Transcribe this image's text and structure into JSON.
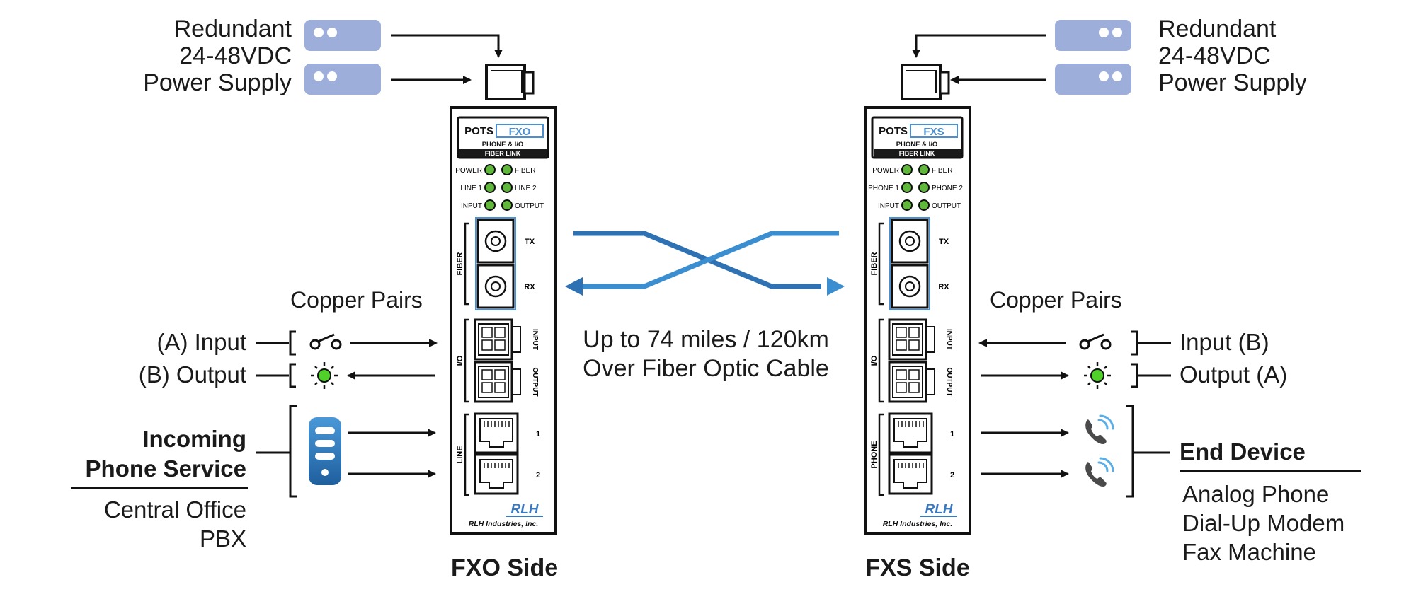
{
  "left": {
    "power_supply_lines": [
      "Redundant",
      "24-48VDC",
      "Power Supply"
    ],
    "copper_pairs": "Copper Pairs",
    "input_label": "(A) Input",
    "output_label": "(B) Output",
    "service_title_lines": [
      "Incoming",
      "Phone Service"
    ],
    "service_sub_lines": [
      "Central Office",
      "PBX"
    ],
    "side_label": "FXO Side",
    "device": {
      "brand_left": "POTS",
      "brand_right": "FXO",
      "line1": "PHONE & I/O",
      "line2": "FIBER LINK",
      "leds": [
        [
          "POWER",
          "FIBER"
        ],
        [
          "LINE 1",
          "LINE 2"
        ],
        [
          "INPUT",
          "OUTPUT"
        ]
      ],
      "fiber_group": "FIBER",
      "fiber_ports": [
        "TX",
        "RX"
      ],
      "io_group": "I/O",
      "io_ports": [
        "INPUT",
        "OUTPUT"
      ],
      "jack_group": "LINE",
      "jack_ports": [
        "1",
        "2"
      ],
      "logo": "RLH",
      "maker": "RLH Industries, Inc."
    }
  },
  "right": {
    "power_supply_lines": [
      "Redundant",
      "24-48VDC",
      "Power Supply"
    ],
    "copper_pairs": "Copper Pairs",
    "input_label": "Input (B)",
    "output_label": "Output (A)",
    "device_title": "End Device",
    "device_sub_lines": [
      "Analog Phone",
      "Dial-Up Modem",
      "Fax Machine"
    ],
    "side_label": "FXS Side",
    "device": {
      "brand_left": "POTS",
      "brand_right": "FXS",
      "line1": "PHONE & I/O",
      "line2": "FIBER LINK",
      "leds": [
        [
          "POWER",
          "FIBER"
        ],
        [
          "PHONE 1",
          "PHONE 2"
        ],
        [
          "INPUT",
          "OUTPUT"
        ]
      ],
      "fiber_group": "FIBER",
      "fiber_ports": [
        "TX",
        "RX"
      ],
      "io_group": "I/O",
      "io_ports": [
        "INPUT",
        "OUTPUT"
      ],
      "jack_group": "PHONE",
      "jack_ports": [
        "1",
        "2"
      ],
      "logo": "RLH",
      "maker": "RLH Industries, Inc."
    }
  },
  "center": {
    "caption_lines": [
      "Up to 74 miles / 120km",
      "Over Fiber Optic Cable"
    ]
  },
  "colors": {
    "psu": "#9daedb",
    "fiber": "#3e86c4",
    "fiber_dark": "#2b6aa8",
    "led_green": "#4fd12a",
    "server_blue": "#2d78bd",
    "phone_blue": "#5aaee8",
    "accent_brand": "#4a8fd0"
  }
}
